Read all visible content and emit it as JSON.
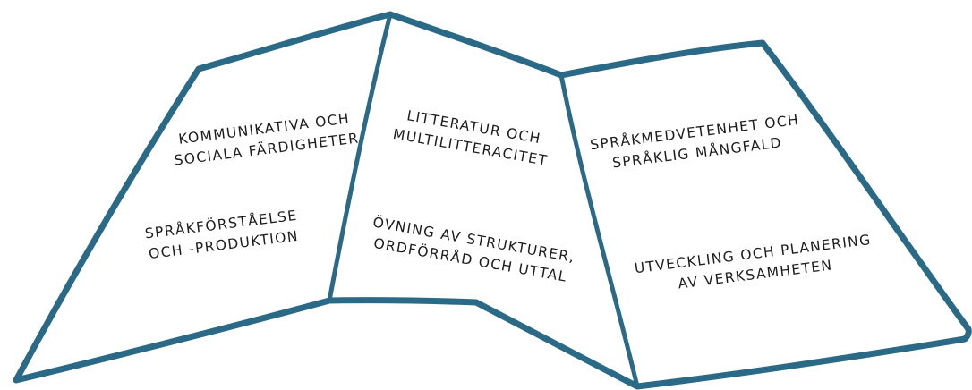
{
  "colors": {
    "outline": "#2b6a86",
    "text": "#1c1c1c",
    "background": "#ffffff"
  },
  "panels": [
    {
      "top": {
        "line1": "KOMMUNIKATIVA OCH",
        "line2": "SOCIALA FÄRDIGHETER"
      },
      "bottom": {
        "line1": "SPRÅKFÖRSTÅELSE",
        "line2": "OCH -PRODUKTION"
      }
    },
    {
      "top": {
        "line1": "LITTERATUR OCH",
        "line2": "MULTILITTERACITET"
      },
      "bottom": {
        "line1": "ÖVNING AV STRUKTURER,",
        "line2": "ORDFÖRRÅD OCH UTTAL"
      }
    },
    {
      "top": {
        "line1": "SPRÅKMEDVETENHET OCH",
        "line2": "SPRÅKLIG MÅNGFALD"
      },
      "bottom": {
        "line1": "UTVECKLING OCH PLANERING",
        "line2": "AV VERKSAMHETEN"
      }
    }
  ]
}
